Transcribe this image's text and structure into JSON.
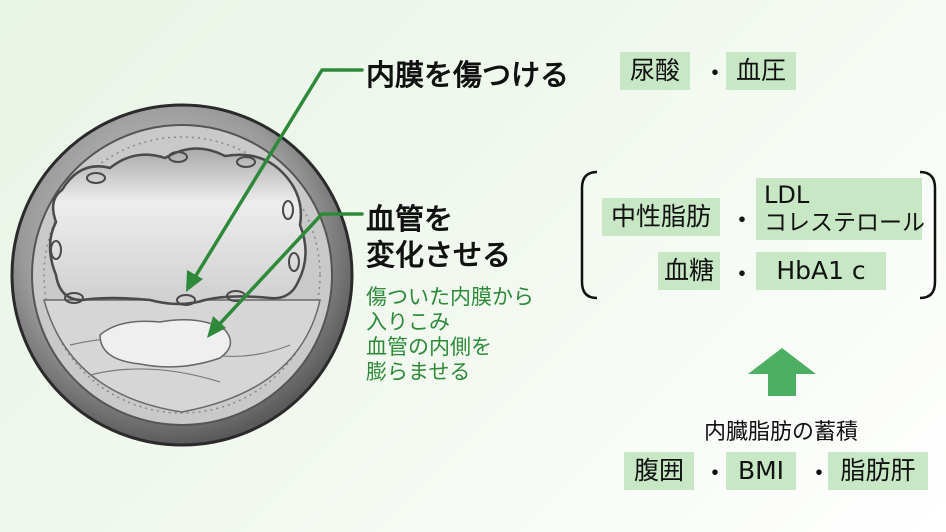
{
  "labels": {
    "damage_inner": "内膜を傷つける",
    "vessel_line1": "血管を",
    "vessel_line2": "変化させる",
    "desc_line1": "傷ついた内膜から",
    "desc_line2": "入りこみ",
    "desc_line3": "血管の内側を",
    "desc_line4": "膨らませる"
  },
  "top_factors": [
    "尿酸",
    "血圧"
  ],
  "bracket_factors": {
    "row1_a": "中性脂肪",
    "row1_b_line1": "LDL",
    "row1_b_line2": "コレステロール",
    "row2_a": "血糖",
    "row2_b": "HbA1 c"
  },
  "visceral_fat_label": "内臓脂肪の蓄積",
  "bottom_factors": [
    "腹囲",
    "BMI",
    "脂肪肝"
  ],
  "separator": "・",
  "colors": {
    "accent_green": "#2e8a3a",
    "box_fill": "#c7e7c5",
    "up_arrow": "#4caf62",
    "background_tint": "#e8f4e6"
  }
}
